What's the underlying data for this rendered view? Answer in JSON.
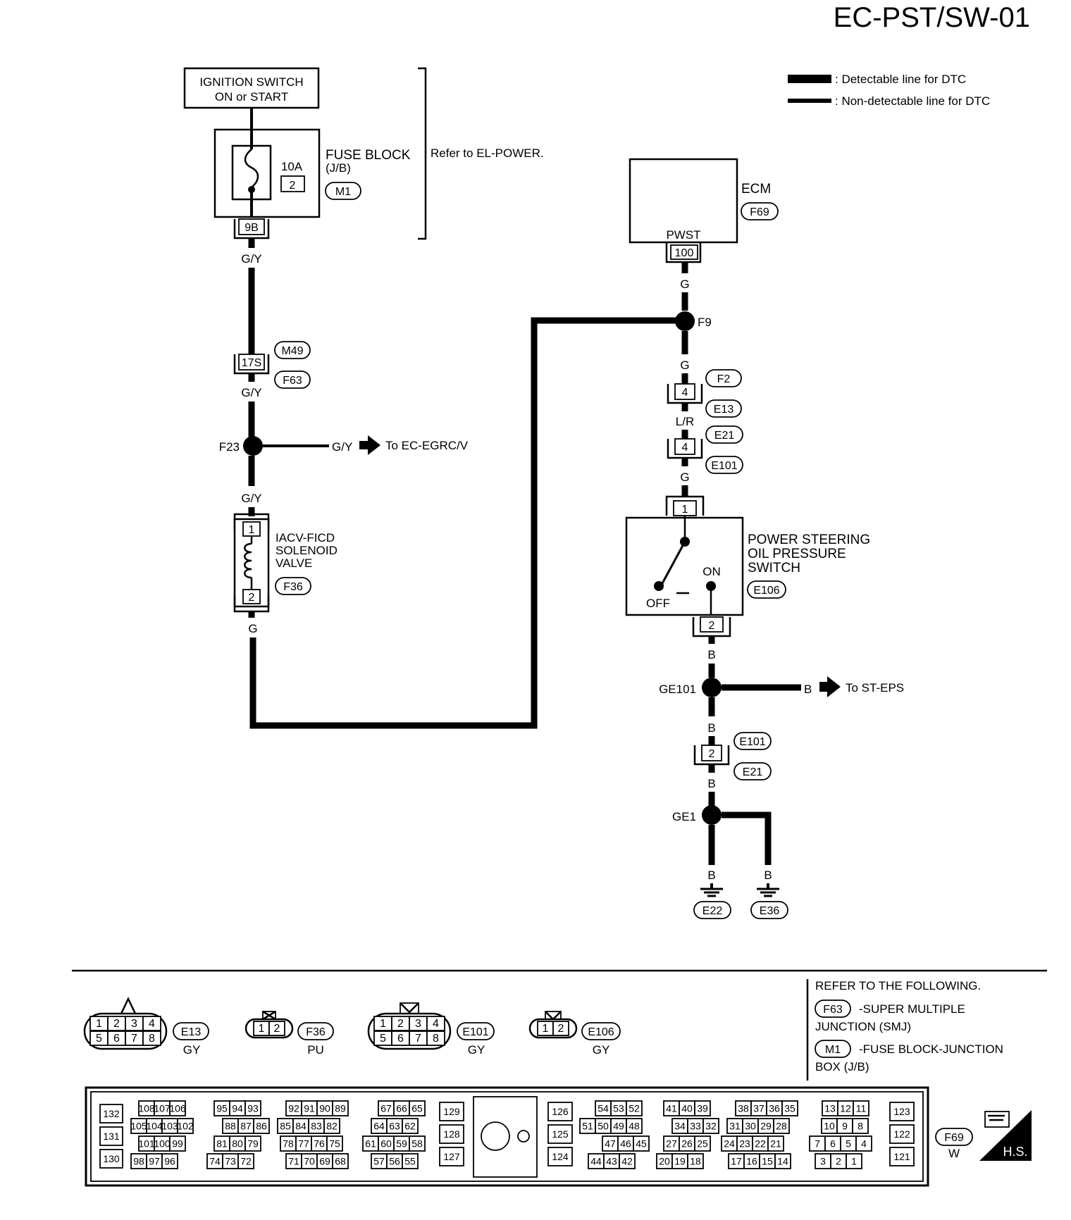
{
  "page_code": "EC-PST/SW-01",
  "legend": {
    "detectable": ": Detectable line for DTC",
    "non_detectable": ": Non-detectable line for DTC"
  },
  "ignition_switch": {
    "line1": "IGNITION SWITCH",
    "line2": "ON or START"
  },
  "fuse_block": {
    "name": "FUSE BLOCK",
    "sub": "(J/B)",
    "fuse_rating": "10A",
    "fuse_number": "2",
    "connector": "M1",
    "terminal": "9B"
  },
  "refer_power": "Refer to EL-POWER.",
  "wires": {
    "gy1": "G/Y",
    "gy2": "G/Y",
    "gy3": "G/Y",
    "gy_branch": "G/Y",
    "g_valve": "G",
    "g_ecm": "G",
    "g_f9": "G",
    "lr": "L/R",
    "g_e101": "G",
    "b_switch": "B",
    "b_branch": "B",
    "b_ge101": "B",
    "b_e21": "B",
    "b_e22": "B",
    "b_e36": "B"
  },
  "joint_m49": {
    "terminal": "17S",
    "upper": "M49",
    "lower": "F63"
  },
  "splice_f23": {
    "label": "F23",
    "to": "To EC-EGRC/V"
  },
  "iacv": {
    "line1": "IACV-FICD",
    "line2": "SOLENOID",
    "line3": "VALVE",
    "connector": "F36",
    "pin_top": "1",
    "pin_bottom": "2"
  },
  "ecm": {
    "name": "ECM",
    "connector": "F69",
    "terminal_name": "PWST",
    "terminal": "100"
  },
  "splice_f9": {
    "label": "F9"
  },
  "joint_f2": {
    "terminal": "4",
    "upper": "F2",
    "lower": "E13"
  },
  "joint_e21": {
    "terminal": "4",
    "upper": "E21",
    "lower": "E101"
  },
  "ps_switch": {
    "line1": "POWER STEERING",
    "line2": "OIL PRESSURE",
    "line3": "SWITCH",
    "connector": "E106",
    "pin_top": "1",
    "pin_bottom": "2",
    "on": "ON",
    "off": "OFF"
  },
  "splice_ge101": {
    "label": "GE101",
    "to": "To ST-EPS"
  },
  "joint_e101b": {
    "terminal": "2",
    "upper": "E101",
    "lower": "E21"
  },
  "splice_ge1": {
    "label": "GE1"
  },
  "grounds": {
    "left": "E22",
    "right": "E36"
  },
  "refer_following": {
    "heading": "REFER TO THE FOLLOWING.",
    "item1_code": "F63",
    "item1_text": "-SUPER MULTIPLE",
    "item1_text2": "JUNCTION (SMJ)",
    "item2_code": "M1",
    "item2_text": "-FUSE BLOCK-JUNCTION",
    "item2_text2": "BOX (J/B)"
  },
  "face_views": {
    "e13": {
      "code": "E13",
      "color": "GY",
      "top": [
        "1",
        "2",
        "3",
        "4"
      ],
      "bottom": [
        "5",
        "6",
        "7",
        "8"
      ]
    },
    "f36": {
      "code": "F36",
      "color": "PU",
      "pins": [
        "1",
        "2"
      ]
    },
    "e101": {
      "code": "E101",
      "color": "GY",
      "top": [
        "1",
        "2",
        "3",
        "4"
      ],
      "bottom": [
        "5",
        "6",
        "7",
        "8"
      ]
    },
    "e106": {
      "code": "E106",
      "color": "GY",
      "pins": [
        "1",
        "2"
      ]
    }
  },
  "ecm_connector": {
    "code": "F69",
    "color": "W",
    "badge": "H.S.",
    "g1": [
      "132",
      "131",
      "130"
    ],
    "g2": [
      [
        "108",
        "107",
        "106"
      ],
      [
        "105",
        "104",
        "103",
        "102"
      ],
      [
        "101",
        "100",
        "99"
      ],
      [
        "98",
        "97",
        "96"
      ]
    ],
    "g3": [
      [
        "95",
        "94",
        "93"
      ],
      [
        "88",
        "87",
        "86"
      ],
      [
        "81",
        "80",
        "79"
      ],
      [
        "74",
        "73",
        "72"
      ]
    ],
    "g4": [
      [
        "92",
        "91",
        "90",
        "89"
      ],
      [
        "85",
        "84",
        "83",
        "82"
      ],
      [
        "78",
        "77",
        "76",
        "75"
      ],
      [
        "71",
        "70",
        "69",
        "68"
      ]
    ],
    "g5": [
      [
        "67",
        "66",
        "65"
      ],
      [
        "64",
        "63",
        "62"
      ],
      [
        "61",
        "60",
        "59",
        "58"
      ],
      [
        "57",
        "56",
        "55"
      ]
    ],
    "g6": [
      "129",
      "128",
      "127"
    ],
    "g7": [
      "126",
      "125",
      "124"
    ],
    "g8": [
      [
        "54",
        "53",
        "52"
      ],
      [
        "51",
        "50",
        "49",
        "48"
      ],
      [
        "47",
        "46",
        "45"
      ],
      [
        "44",
        "43",
        "42"
      ]
    ],
    "g9": [
      [
        "41",
        "40",
        "39"
      ],
      [
        "34",
        "33",
        "32"
      ],
      [
        "27",
        "26",
        "25"
      ],
      [
        "20",
        "19",
        "18"
      ]
    ],
    "g10": [
      [
        "38",
        "37",
        "36",
        "35"
      ],
      [
        "31",
        "30",
        "29",
        "28"
      ],
      [
        "24",
        "23",
        "22",
        "21"
      ],
      [
        "17",
        "16",
        "15",
        "14"
      ]
    ],
    "g11": [
      [
        "13",
        "12",
        "11"
      ],
      [
        "10",
        "9",
        "8"
      ],
      [
        "7",
        "6",
        "5",
        "4"
      ],
      [
        "3",
        "2",
        "1"
      ]
    ],
    "g12": [
      "123",
      "122",
      "121"
    ]
  }
}
